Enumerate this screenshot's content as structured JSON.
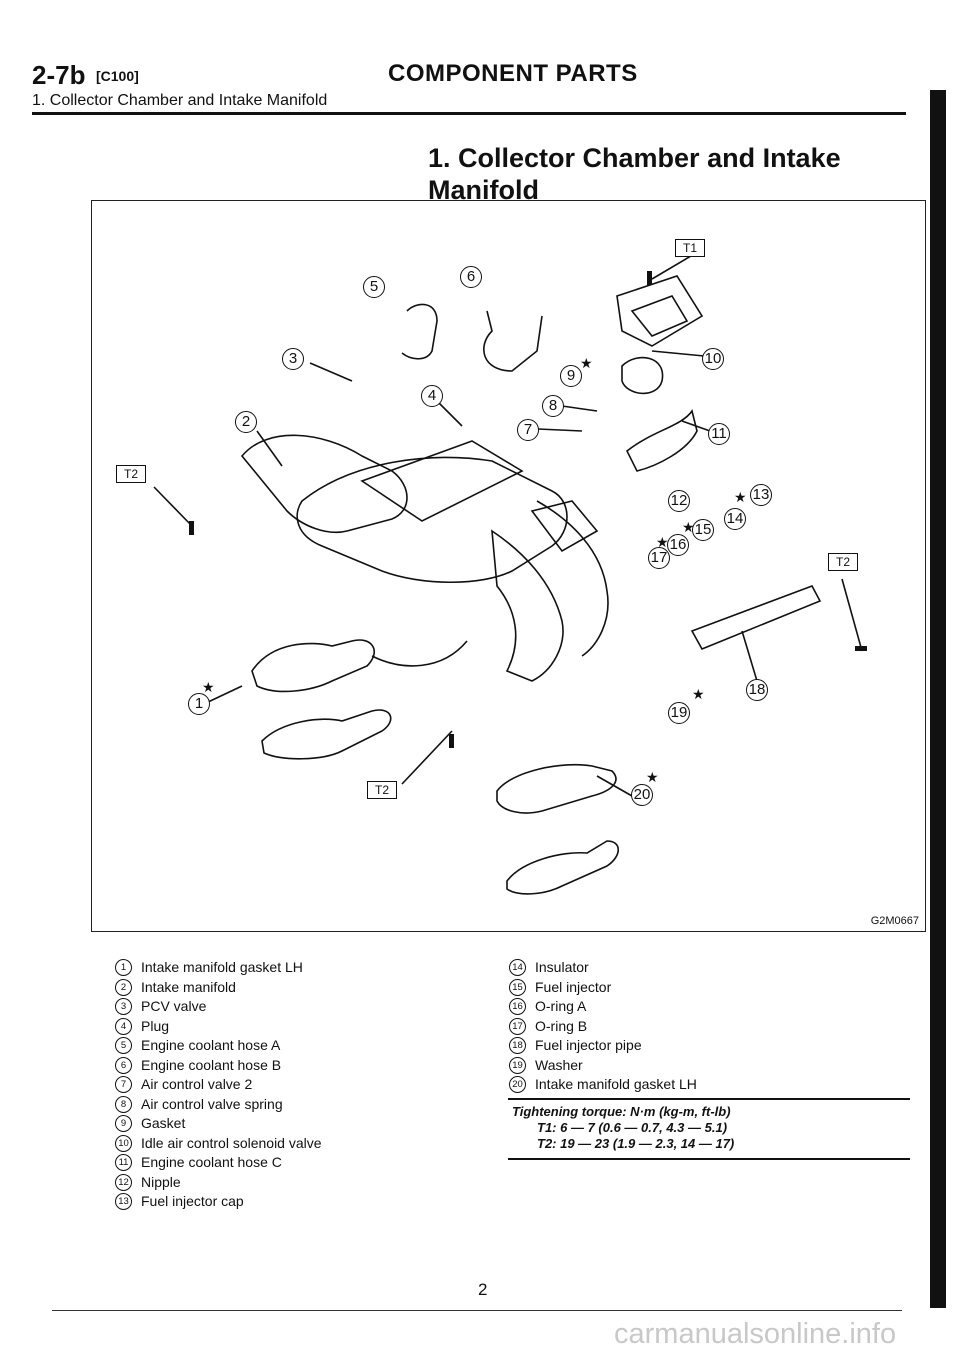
{
  "header": {
    "section_number": "2-7b",
    "section_code": "[C100]",
    "section_title": "COMPONENT PARTS",
    "subtitle": "1. Collector Chamber and Intake Manifold"
  },
  "main_title": "1. Collector Chamber and Intake Manifold",
  "figure": {
    "code": "G2M0667",
    "torque_boxes": [
      "T1",
      "T2",
      "T2",
      "T2"
    ],
    "star_marker": "★",
    "callouts": [
      "1",
      "2",
      "3",
      "4",
      "5",
      "6",
      "7",
      "8",
      "9",
      "10",
      "11",
      "12",
      "13",
      "14",
      "15",
      "16",
      "17",
      "18",
      "19",
      "20"
    ]
  },
  "legend_left": [
    {
      "num": "1",
      "label": "Intake manifold gasket LH"
    },
    {
      "num": "2",
      "label": "Intake manifold"
    },
    {
      "num": "3",
      "label": "PCV valve"
    },
    {
      "num": "4",
      "label": "Plug"
    },
    {
      "num": "5",
      "label": "Engine coolant hose A"
    },
    {
      "num": "6",
      "label": "Engine coolant hose B"
    },
    {
      "num": "7",
      "label": "Air control valve 2"
    },
    {
      "num": "8",
      "label": "Air control valve spring"
    },
    {
      "num": "9",
      "label": "Gasket"
    },
    {
      "num": "10",
      "label": "Idle air control solenoid valve"
    },
    {
      "num": "11",
      "label": "Engine coolant hose C"
    },
    {
      "num": "12",
      "label": "Nipple"
    },
    {
      "num": "13",
      "label": "Fuel injector cap"
    }
  ],
  "legend_right": [
    {
      "num": "14",
      "label": "Insulator"
    },
    {
      "num": "15",
      "label": "Fuel injector"
    },
    {
      "num": "16",
      "label": "O-ring A"
    },
    {
      "num": "17",
      "label": "O-ring B"
    },
    {
      "num": "18",
      "label": "Fuel injector pipe"
    },
    {
      "num": "19",
      "label": "Washer"
    },
    {
      "num": "20",
      "label": "Intake manifold gasket LH"
    }
  ],
  "torque": {
    "heading": "Tightening torque: N·m (kg-m, ft-lb)",
    "t1": "T1: 6 — 7 (0.6 — 0.7, 4.3 — 5.1)",
    "t2": "T2: 19 — 23 (1.9 — 2.3, 14 — 17)"
  },
  "page_number": "2",
  "watermark": "carmanualsonline.info"
}
